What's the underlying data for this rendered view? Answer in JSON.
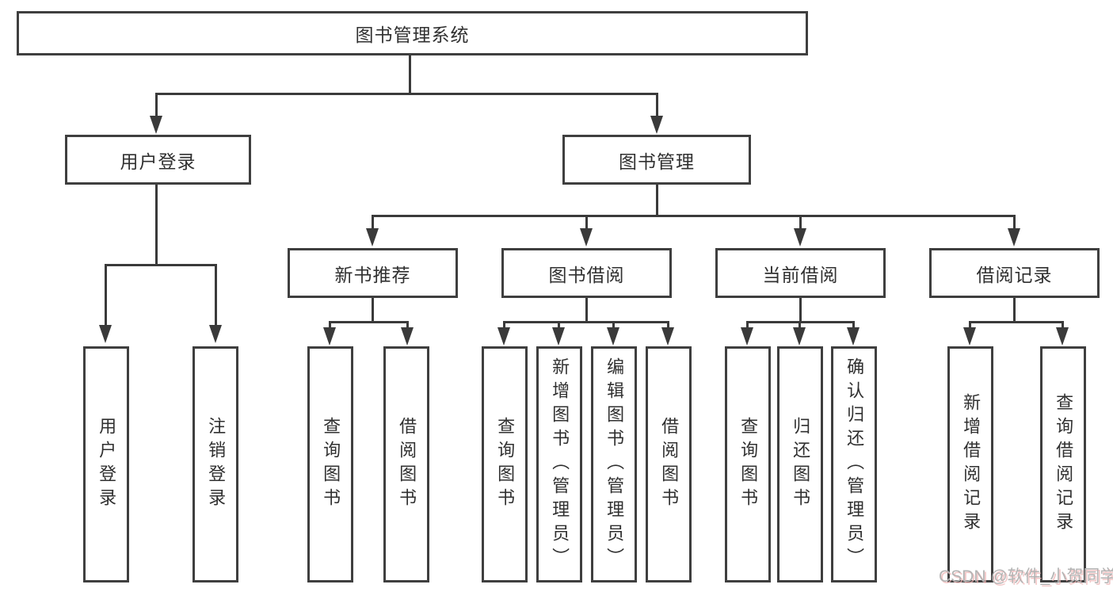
{
  "diagram_title": "图书管理系统",
  "watermark": {
    "text": "CSDN @软件_小贺同学"
  },
  "colors": {
    "line": "#3a3a3a",
    "border": "#3f3f3f",
    "text": "#303030",
    "watermark": "#b3b3b3",
    "watermark_shadow": "#eeb4b4",
    "background": "#ffffff"
  },
  "tree": {
    "root": {
      "label": "图书管理系统",
      "children": [
        {
          "label": "用户登录",
          "children": [
            {
              "label": "用户登录"
            },
            {
              "label": "注销登录"
            }
          ]
        },
        {
          "label": "图书管理",
          "children": [
            {
              "label": "新书推荐",
              "children": [
                {
                  "label": "查询图书"
                },
                {
                  "label": "借阅图书"
                }
              ]
            },
            {
              "label": "图书借阅",
              "children": [
                {
                  "label": "查询图书"
                },
                {
                  "label": "新增图书（管理员）"
                },
                {
                  "label": "编辑图书（管理员）"
                },
                {
                  "label": "借阅图书"
                }
              ]
            },
            {
              "label": "当前借阅",
              "children": [
                {
                  "label": "查询图书"
                },
                {
                  "label": "归还图书"
                },
                {
                  "label": "确认归还（管理员）"
                }
              ]
            },
            {
              "label": "借阅记录",
              "children": [
                {
                  "label": "新增借阅记录"
                },
                {
                  "label": "查询借阅记录"
                }
              ]
            }
          ]
        }
      ]
    }
  }
}
